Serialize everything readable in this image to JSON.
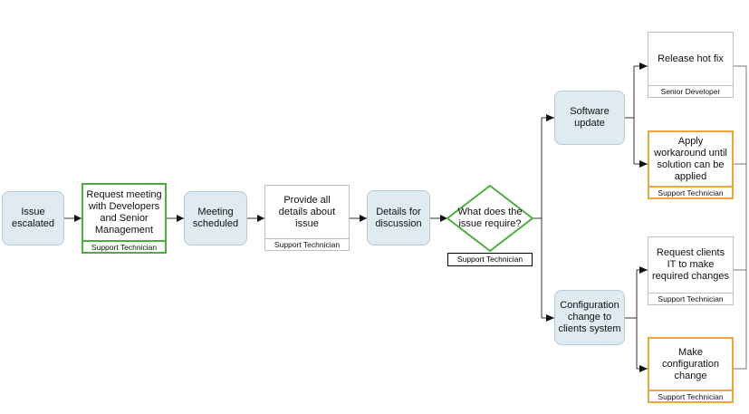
{
  "nodes": {
    "issue_escalated": {
      "label": "Issue escalated"
    },
    "request_meeting": {
      "label": "Request meeting with Developers and Senior Management",
      "role": "Support Technician"
    },
    "meeting_scheduled": {
      "label": "Meeting scheduled"
    },
    "provide_details": {
      "label": "Provide all details about issue",
      "role": "Support Technician"
    },
    "details_discussion": {
      "label": "Details for discussion"
    },
    "gateway": {
      "label": "What does the issue require?",
      "role": "Support Technician"
    },
    "software_update": {
      "label": "Software update"
    },
    "config_change": {
      "label": "Configuration change to clients system"
    },
    "release_hotfix": {
      "label": "Release hot fix",
      "role": "Senior Developer"
    },
    "apply_workaround": {
      "label": "Apply workaround until solution can be applied",
      "role": "Support Technician"
    },
    "request_clients_it": {
      "label": "Request clients IT to make required changes",
      "role": "Support Technician"
    },
    "make_config_change": {
      "label": "Make configuration change",
      "role": "Support Technician"
    }
  },
  "colors": {
    "event_fill": "#dfeaf1",
    "event_border": "#b3ccdc",
    "green_border": "#4caf3d",
    "orange_border": "#f0a43a",
    "connector": "#222222"
  }
}
